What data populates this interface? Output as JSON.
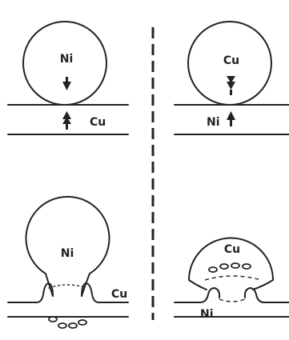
{
  "panels": {
    "top_left": {
      "sphere_label": "Ni",
      "substrate_label": "Cu"
    },
    "top_right": {
      "sphere_label": "Cu",
      "substrate_label": "Ni"
    },
    "bottom_left": {
      "sphere_label": "Ni",
      "substrate_label": "Cu"
    },
    "bottom_right": {
      "sphere_label": "Cu",
      "substrate_label": "Ni"
    }
  },
  "colors": {
    "ink": "#222222",
    "background": "#ffffff"
  },
  "icons": {
    "downward_arrow": "down-arrow-icon",
    "upward_arrow": "up-arrow-icon"
  }
}
